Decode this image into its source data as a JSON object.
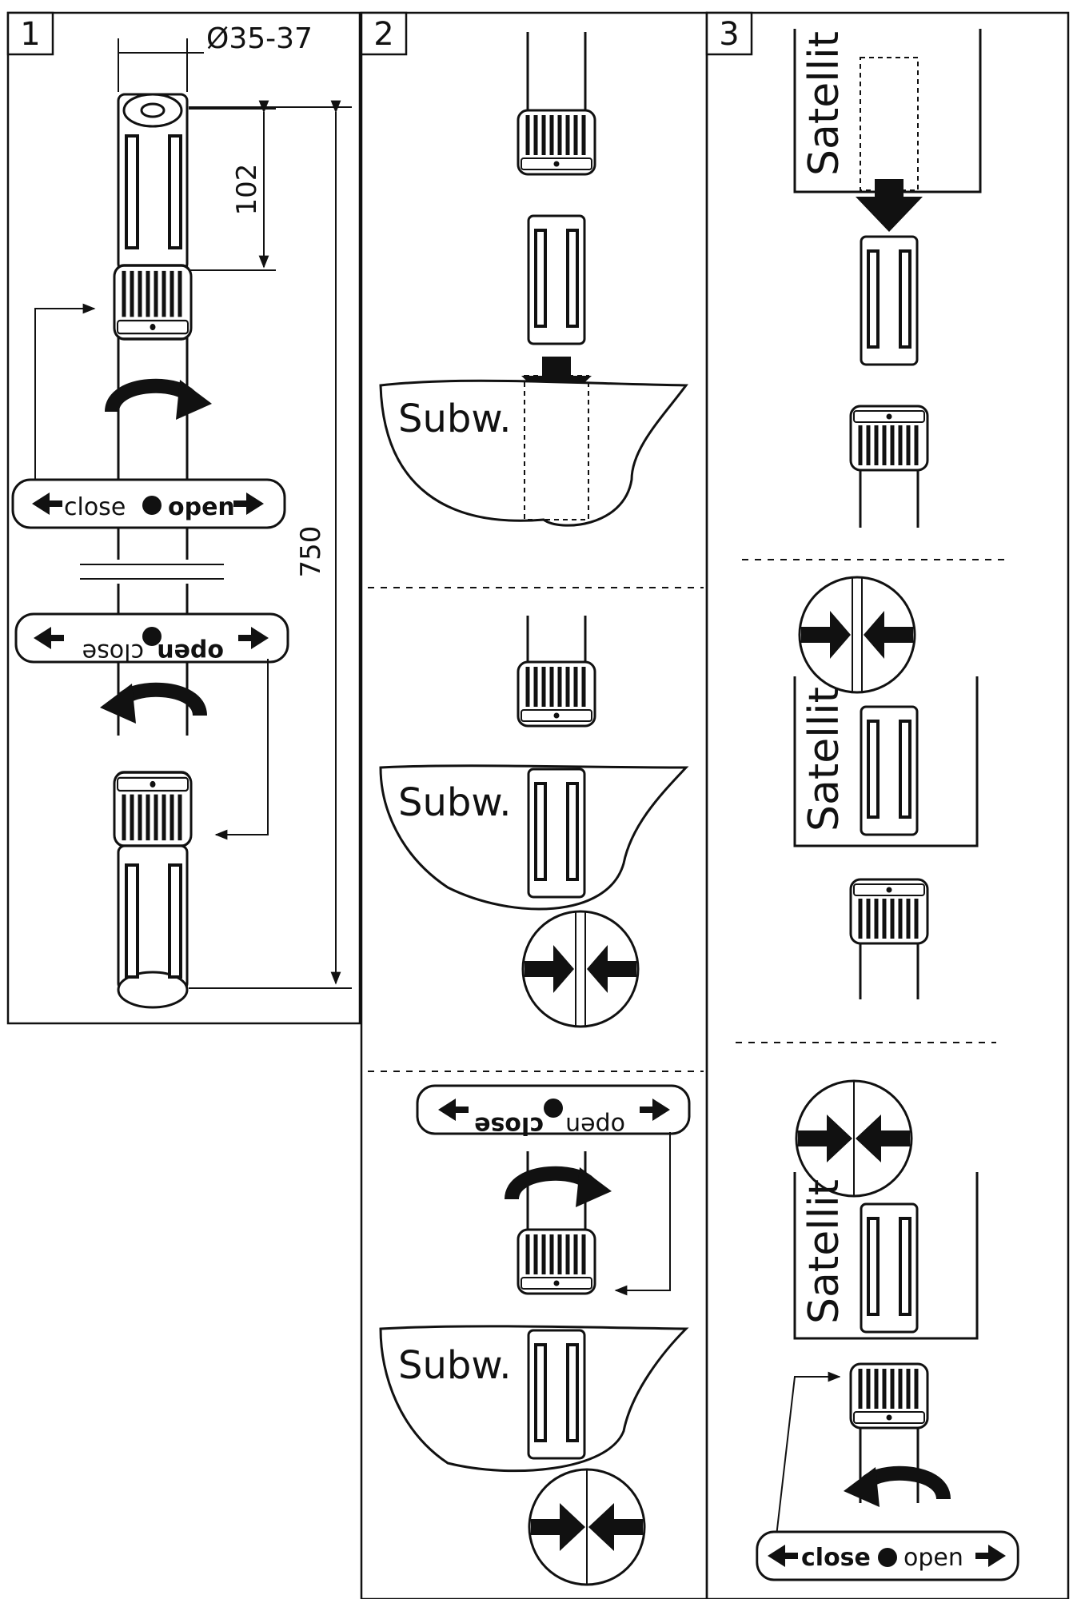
{
  "panels": [
    {
      "number": "1"
    },
    {
      "number": "2"
    },
    {
      "number": "3"
    }
  ],
  "dimensions": {
    "diameter": "Ø35-37",
    "height_top": "102",
    "total_length": "750"
  },
  "labels": {
    "close": "close",
    "open": "open",
    "subwoofer": "Subw.",
    "satellite": "Satellit"
  },
  "colors": {
    "ink": "#111111",
    "paper": "#ffffff"
  }
}
